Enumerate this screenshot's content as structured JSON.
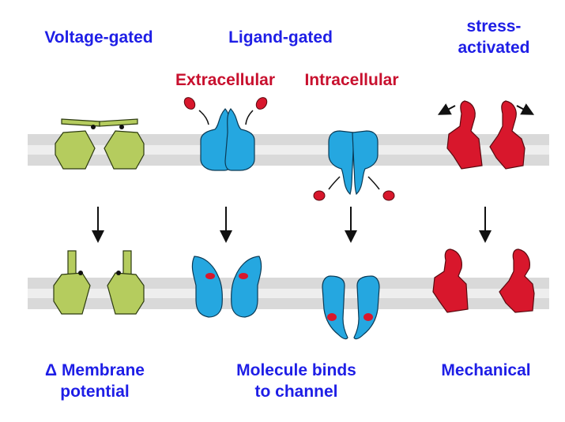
{
  "labels": {
    "voltage_gated": "Voltage-gated",
    "ligand_gated": "Ligand-gated",
    "stress_activated_1": "stress-",
    "stress_activated_2": "activated",
    "extracellular": "Extracellular",
    "intracellular": "Intracellular",
    "delta_membrane_1": "Δ Membrane",
    "delta_membrane_2": "potential",
    "molecule_binds_1": "Molecule binds",
    "molecule_binds_2": "to channel",
    "mechanical": "Mechanical"
  },
  "colors": {
    "voltage": "#b5cc5e",
    "ligand": "#25a7e0",
    "stress": "#d8172c",
    "ligand_dot": "#d8172c",
    "membrane": "#d9d9d9",
    "title_text": "#1e1ee6",
    "side_text": "#c8102e"
  }
}
